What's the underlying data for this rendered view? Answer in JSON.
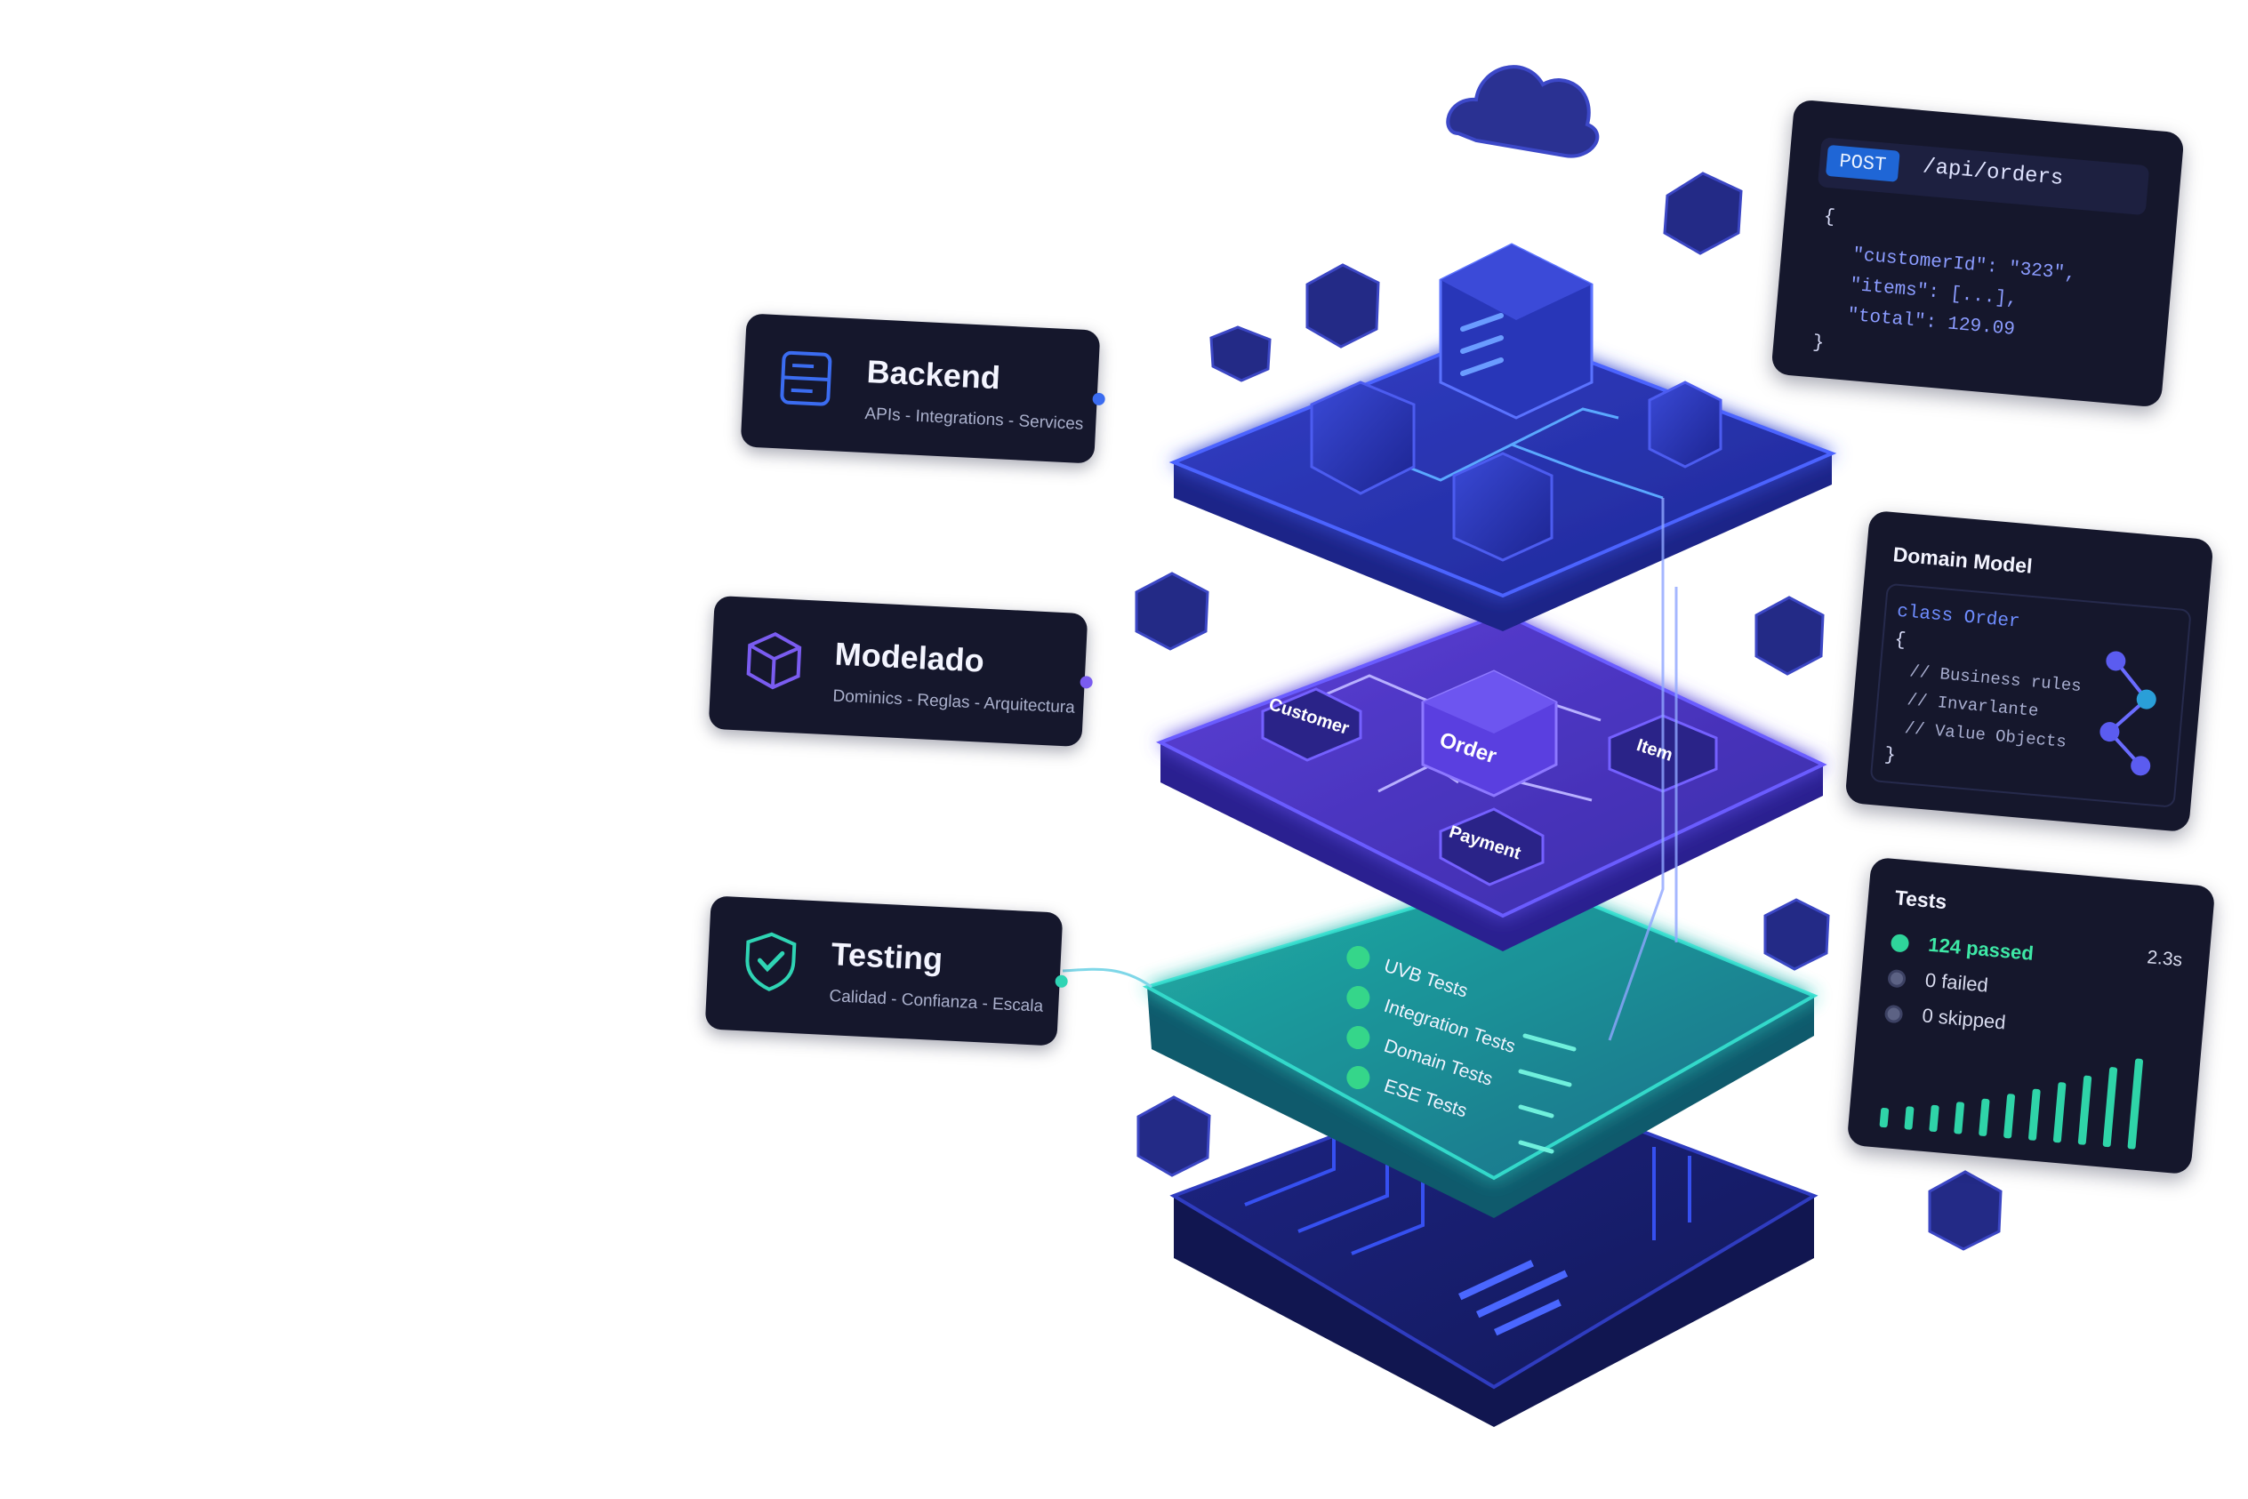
{
  "cards": {
    "backend": {
      "title": "Backend",
      "subtitle": "APIs - Integrations - Services",
      "icon": "server-icon",
      "accent": "#3b6cf0"
    },
    "modelado": {
      "title": "Modelado",
      "subtitle": "Dominics - Reglas - Arquitectura",
      "icon": "cube-icon",
      "accent": "#7a5cf0"
    },
    "testing": {
      "title": "Testing",
      "subtitle": "Calidad - Confianza - Escala",
      "icon": "shield-check-icon",
      "accent": "#2fd4b4"
    }
  },
  "api_panel": {
    "method": "POST",
    "path": "/api/orders",
    "lines": [
      "{",
      "\"customerId\": \"323\",",
      "\"items\": [...],",
      "\"total\": 129.09",
      "}"
    ]
  },
  "domain_panel": {
    "title": "Domain Model",
    "lines": [
      "class Order",
      "{",
      "// Business rules",
      "// Invarlante",
      "// Value Objects",
      "}"
    ]
  },
  "tests_panel": {
    "title": "Tests",
    "passed": "124 passed",
    "failed": "0 failed",
    "skipped": "0 skipped",
    "time": "2.3s"
  },
  "model_layer": {
    "nodes": [
      "Customer",
      "Order",
      "Item",
      "Payment"
    ]
  },
  "testing_layer": {
    "checks": [
      "UVB Tests",
      "Integration Tests",
      "Domain Tests",
      "ESE Tests"
    ]
  },
  "colors": {
    "card_bg": "#15172c",
    "backend_layer": "#2b34b8",
    "model_layer": "#4a36c8",
    "testing_layer": "#1aa6a0",
    "base_layer": "#1a2070",
    "pass_green": "#3ee8a6"
  }
}
